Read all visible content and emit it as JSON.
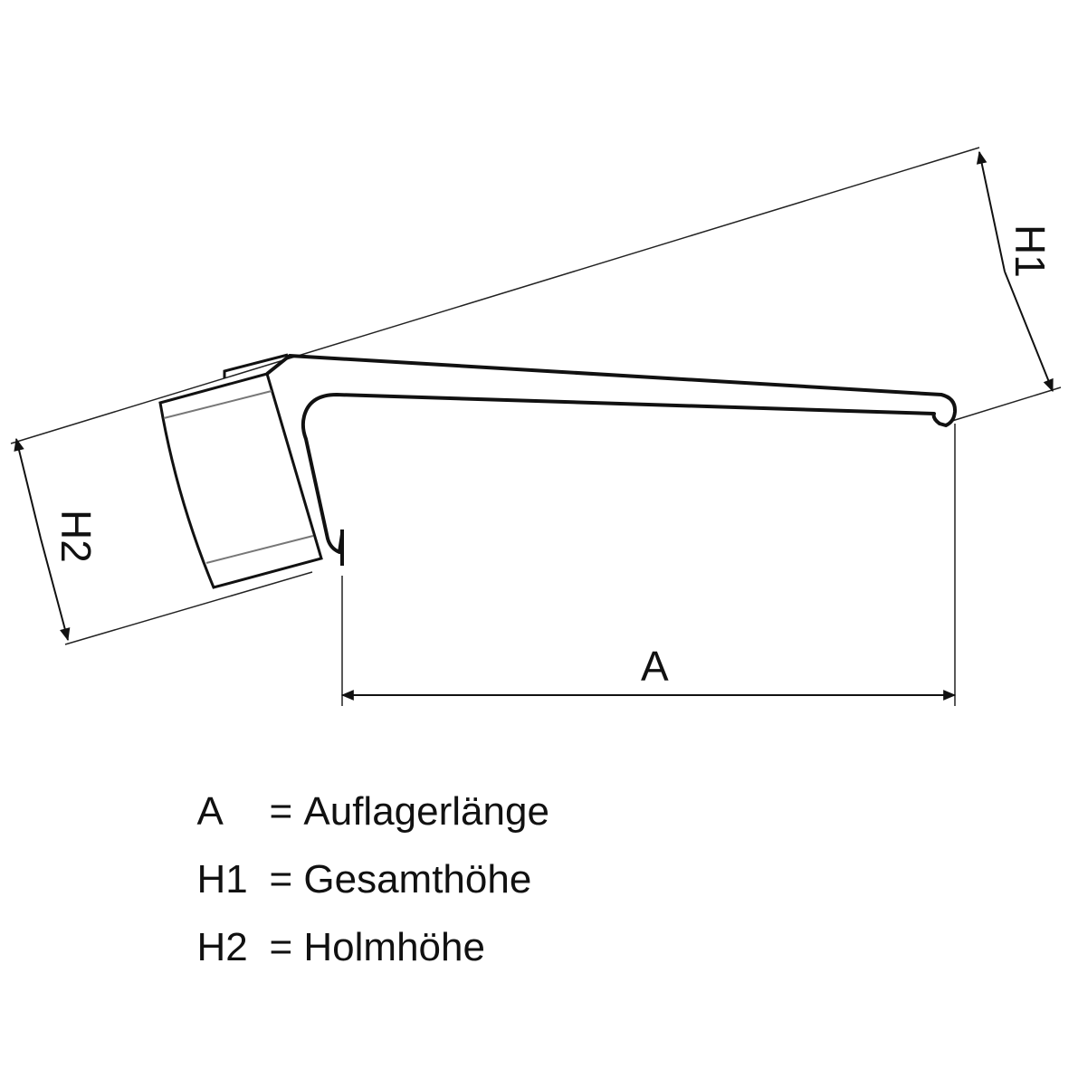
{
  "dimensions": {
    "a": "A",
    "h1": "H1",
    "h2": "H2"
  },
  "legend": [
    {
      "key": "A",
      "eq": "=",
      "text": "Auflagerlänge"
    },
    {
      "key": "H1",
      "eq": "=",
      "text": "Gesamthöhe"
    },
    {
      "key": "H2",
      "eq": "=",
      "text": "Holmhöhe"
    }
  ],
  "colors": {
    "line": "#111111",
    "hint": "#888888"
  }
}
